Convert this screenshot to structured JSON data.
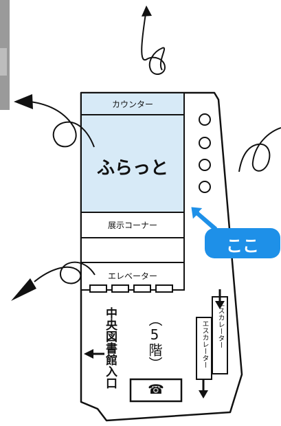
{
  "map": {
    "rooms": {
      "counter": "カウンター",
      "flat": "ふらっと",
      "exhibition": "展示コーナー",
      "elevator": "エレベーター"
    },
    "here_label": "ここ",
    "central_library_entrance": "中央図書館入口",
    "floor_label": "（5階）",
    "escalator_up": "エスカレーター",
    "escalator_down": "エスカレーター",
    "phone_icon": "☎",
    "colors": {
      "room_fill": "#d7eaf7",
      "here_blue": "#1e90e8",
      "outline": "#111111"
    }
  }
}
